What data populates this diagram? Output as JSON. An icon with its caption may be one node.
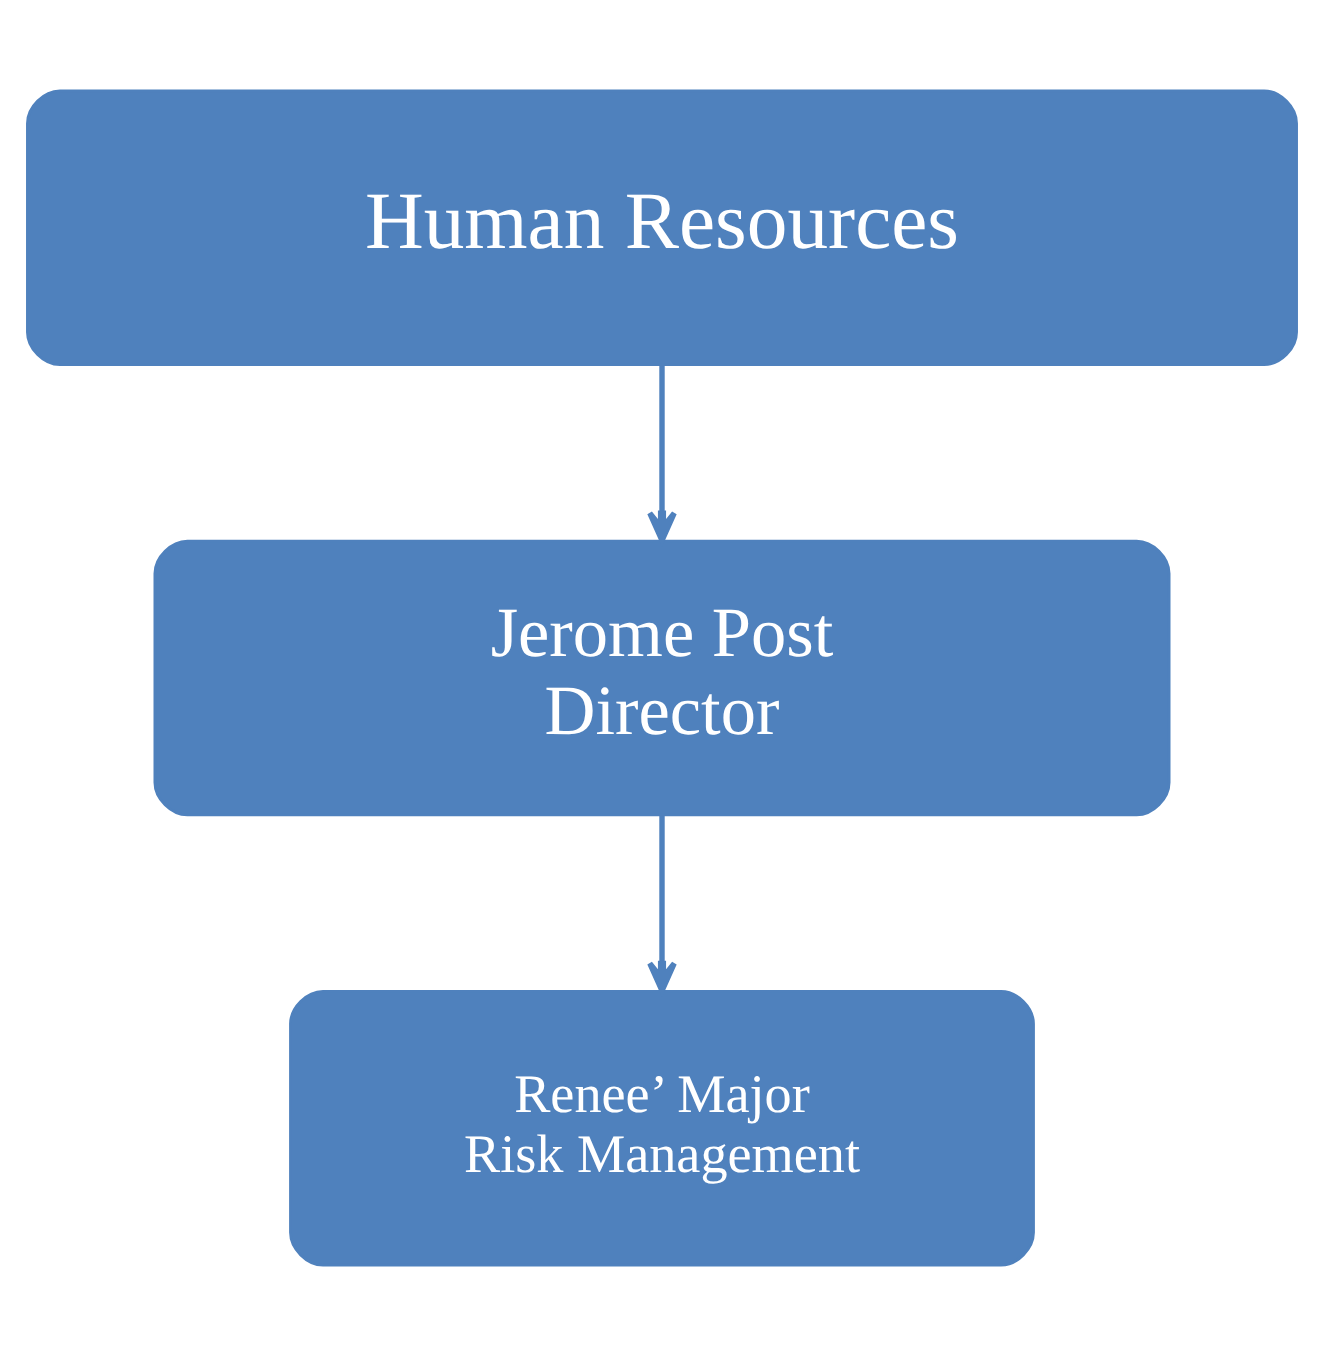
{
  "diagram": {
    "nodes": [
      {
        "text": [
          "Human Resources"
        ]
      },
      {
        "text": [
          "Jerome Post",
          "Director"
        ]
      },
      {
        "text": [
          "Renee’ Major",
          "Risk Management"
        ]
      }
    ],
    "edges": [
      {
        "from": 0,
        "to": 1,
        "arrow": "to"
      },
      {
        "from": 1,
        "to": 2,
        "arrow": "to"
      }
    ]
  }
}
